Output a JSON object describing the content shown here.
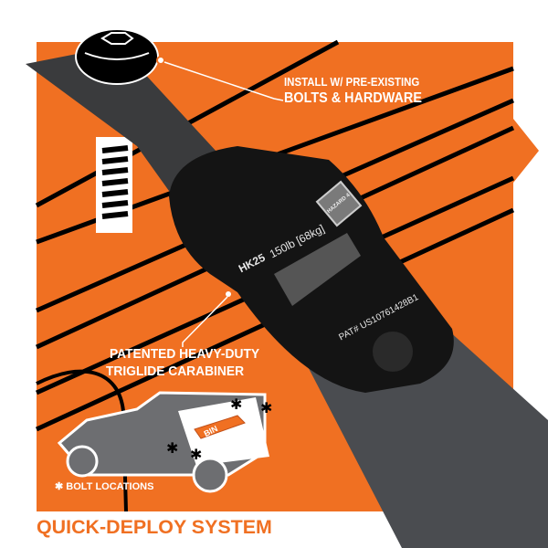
{
  "callouts": {
    "hardware_line1": "INSTALL W/ PRE-EXISTING",
    "hardware_line2": "BOLTS & HARDWARE",
    "carabiner_line1": "PATENTED HEAVY-DUTY",
    "carabiner_line2": "TRIGLIDE CARABINER"
  },
  "carabiner": {
    "model": "HK25",
    "rating": "150lb [68kg]",
    "patent": "PAT# US10761428B1",
    "brand": "HAZARD 4"
  },
  "diagram": {
    "bin_label": "BIN",
    "legend": "✱ BOLT LOCATIONS"
  },
  "footer": "QUICK-DEPLOY SYSTEM",
  "colors": {
    "accent": "#f07022",
    "strap": "#3a3b3d",
    "black": "#000000"
  }
}
